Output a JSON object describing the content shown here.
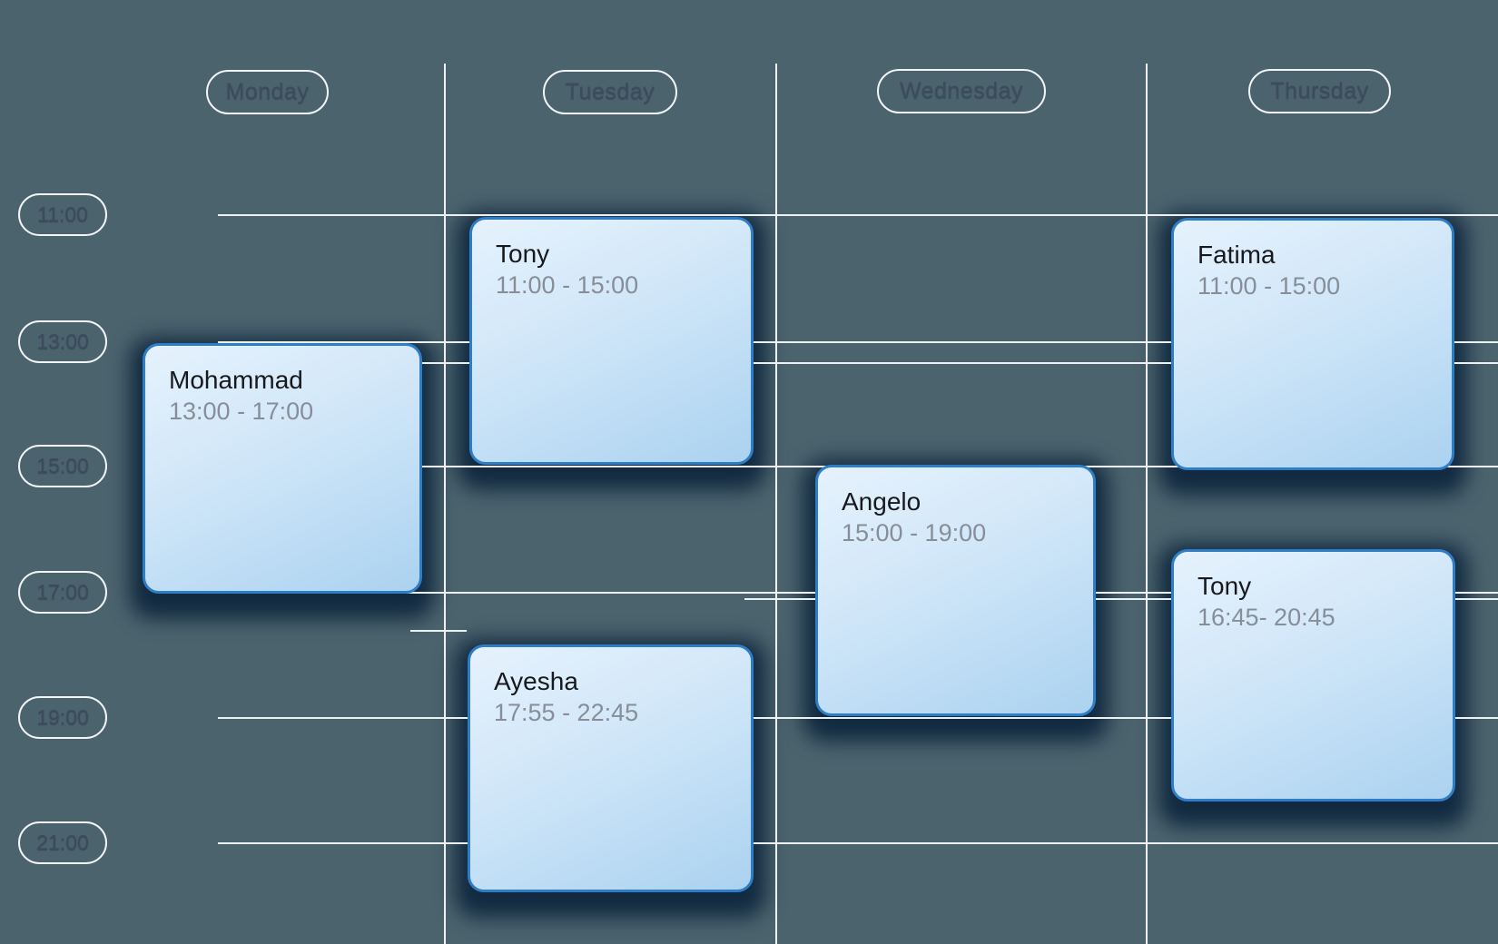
{
  "view": {
    "type": "weekly-schedule-calendar"
  },
  "colors": {
    "background": "#4b636d",
    "grid_line": "#eef1f4",
    "pill_border": "#f2f5f8",
    "pill_text": "#3c4b5d",
    "card_border": "#2e7dc7",
    "card_bg_start": "#e6f2fd",
    "card_bg_end": "#abd2f0",
    "card_shadow": "#0f273e",
    "event_name_text": "#17191d",
    "event_time_text": "#878e98"
  },
  "day_headers": [
    {
      "label": "Monday"
    },
    {
      "label": "Tuesday"
    },
    {
      "label": "Wednesday"
    },
    {
      "label": "Thursday"
    }
  ],
  "time_labels": [
    {
      "label": "11:00"
    },
    {
      "label": "13:00"
    },
    {
      "label": "15:00"
    },
    {
      "label": "17:00"
    },
    {
      "label": "19:00"
    },
    {
      "label": "21:00"
    }
  ],
  "events": [
    {
      "day": "Monday",
      "name": "Mohammad",
      "time_range": "13:00 - 17:00"
    },
    {
      "day": "Tuesday",
      "name": "Tony",
      "time_range": "11:00 - 15:00"
    },
    {
      "day": "Tuesday",
      "name": "Ayesha",
      "time_range": "17:55 - 22:45"
    },
    {
      "day": "Wednesday",
      "name": "Angelo",
      "time_range": "15:00 - 19:00"
    },
    {
      "day": "Thursday",
      "name": "Fatima",
      "time_range": "11:00 - 15:00"
    },
    {
      "day": "Thursday",
      "name": "Tony",
      "time_range": "16:45- 20:45"
    }
  ]
}
